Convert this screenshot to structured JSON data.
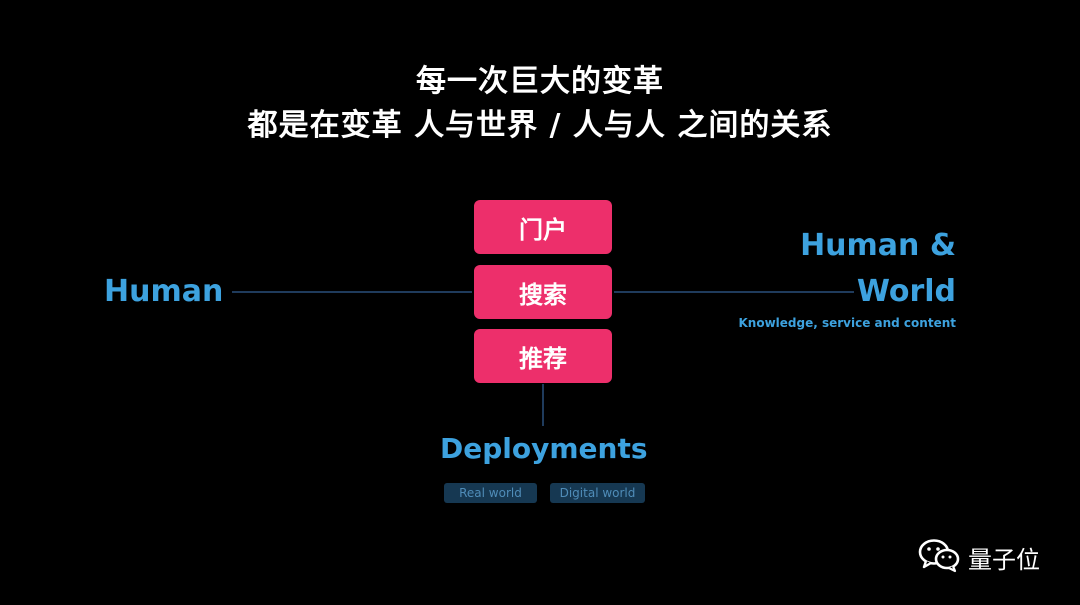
{
  "title": {
    "line1": "每一次巨大的变革",
    "line2": "都是在变革 人与世界 / 人与人 之间的关系"
  },
  "left": {
    "label": "Human"
  },
  "right": {
    "line1": "Human &",
    "line2": "World",
    "subtitle": "Knowledge, service and content"
  },
  "boxes": [
    {
      "label": "门户"
    },
    {
      "label": "搜索"
    },
    {
      "label": "推荐"
    }
  ],
  "bottom": {
    "label": "Deployments",
    "tags": [
      {
        "label": "Real world"
      },
      {
        "label": "Digital world"
      }
    ]
  },
  "watermark": {
    "text": "量子位",
    "icon": "wechat-icon"
  },
  "colors": {
    "background": "#000000",
    "accent_pink": "#ed2f6b",
    "label_blue": "#3da2df",
    "line": "#1f3b5c",
    "tag_bg": "#163852",
    "tag_text": "#4f8cb8"
  }
}
